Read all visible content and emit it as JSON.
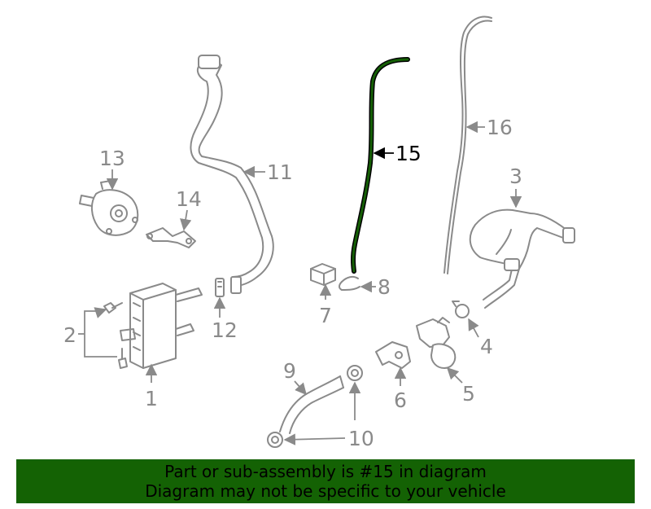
{
  "callouts": {
    "c1": "1",
    "c2": "2",
    "c3": "3",
    "c4": "4",
    "c5": "5",
    "c6": "6",
    "c7": "7",
    "c8": "8",
    "c9": "9",
    "c10": "10",
    "c11": "11",
    "c12": "12",
    "c13": "13",
    "c14": "14",
    "c15": "15",
    "c16": "16"
  },
  "highlight": {
    "part": "15",
    "color": "#155f05"
  },
  "banner": {
    "line1": "Part or sub-assembly is #15 in diagram",
    "line2": "Diagram may not be specific to your vehicle",
    "background": "#146204"
  }
}
